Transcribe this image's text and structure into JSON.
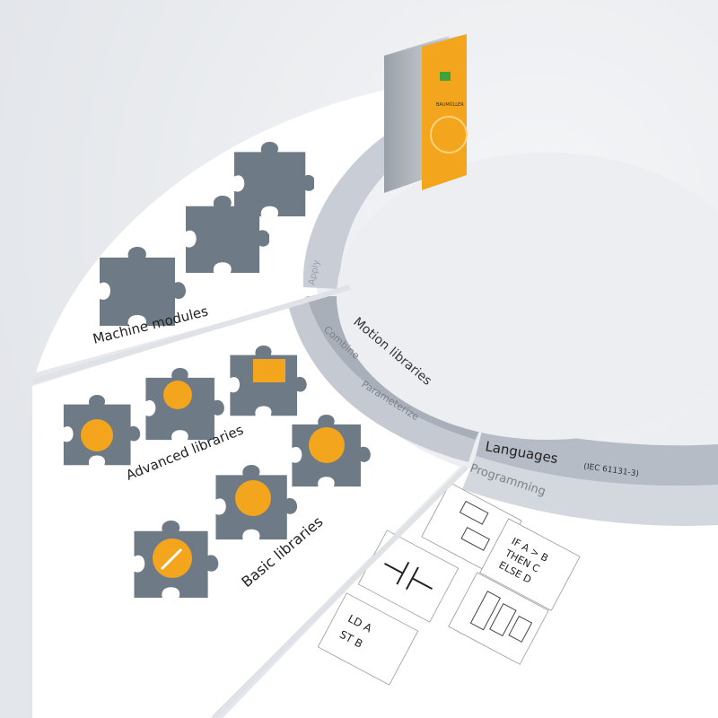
{
  "sections": {
    "machine_modules": "Machine modules",
    "advanced_libraries": "Advanced libraries",
    "basic_libraries": "Basic libraries"
  },
  "rings": {
    "apply": "Apply",
    "motion_libraries": "Motion libraries",
    "combine": "Combine",
    "parameterize": "Parameterize",
    "languages": "Languages",
    "iec": "(IEC 61131-3)",
    "programming": "Programming"
  },
  "code_tiles": {
    "il_line1": "LD   A",
    "il_line2": "ST   B",
    "st_line1": "IF A > B",
    "st_line2": "THEN C",
    "st_line3": "ELSE D"
  },
  "device": {
    "brand": "BAUMÜLLER"
  },
  "colors": {
    "accent": "#f5a623",
    "puzzle": "#6e7a86",
    "ring_light": "#c6cbd3",
    "ring_dark": "#aab1bb",
    "background": "#e9ebef"
  },
  "icons": [
    "puzzle-icon",
    "arrow-up-right-icon",
    "network-icon",
    "cam-disc-icon",
    "cnc-icon"
  ]
}
